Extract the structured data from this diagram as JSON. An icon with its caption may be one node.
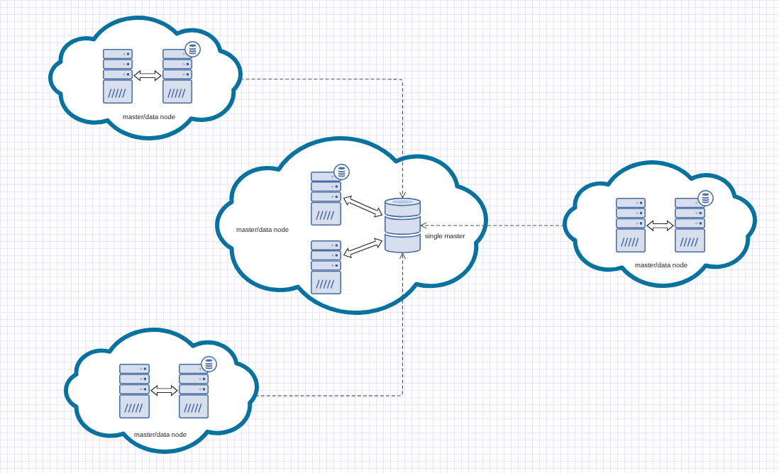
{
  "diagram": {
    "nodes": [
      {
        "text": [
          "master/data node"
        ]
      },
      {
        "text": [],
        "shape": "server",
        "in": 0
      },
      {
        "text": [],
        "shape": "server",
        "in": 0
      },
      {
        "text": [
          "master/data node"
        ]
      },
      {
        "text": [],
        "shape": "server",
        "in": 3
      },
      {
        "text": [],
        "shape": "server",
        "in": 3
      },
      {
        "text": [],
        "shape": "cylinder",
        "beside": [
          "single master"
        ],
        "in": 3
      },
      {
        "text": [
          "master/data node"
        ]
      },
      {
        "text": [],
        "shape": "server",
        "in": 7
      },
      {
        "text": [],
        "shape": "server",
        "in": 7
      },
      {
        "text": [
          "master/data node"
        ]
      },
      {
        "text": [],
        "shape": "server",
        "in": 10
      },
      {
        "text": [],
        "shape": "server",
        "in": 10
      }
    ],
    "edges": [
      {
        "from": 1,
        "to": 2,
        "arrow": "both"
      },
      {
        "from": 0,
        "to": 6,
        "arrow": "to",
        "style": "dashed"
      },
      {
        "from": 4,
        "to": 6,
        "arrow": "both"
      },
      {
        "from": 5,
        "to": 6,
        "arrow": "both"
      },
      {
        "from": 7,
        "to": 6,
        "arrow": "to",
        "style": "dashed"
      },
      {
        "from": 8,
        "to": 9,
        "arrow": "both"
      },
      {
        "from": 10,
        "to": 6,
        "arrow": "to",
        "style": "dashed"
      },
      {
        "from": 11,
        "to": 12,
        "arrow": "both"
      }
    ]
  }
}
